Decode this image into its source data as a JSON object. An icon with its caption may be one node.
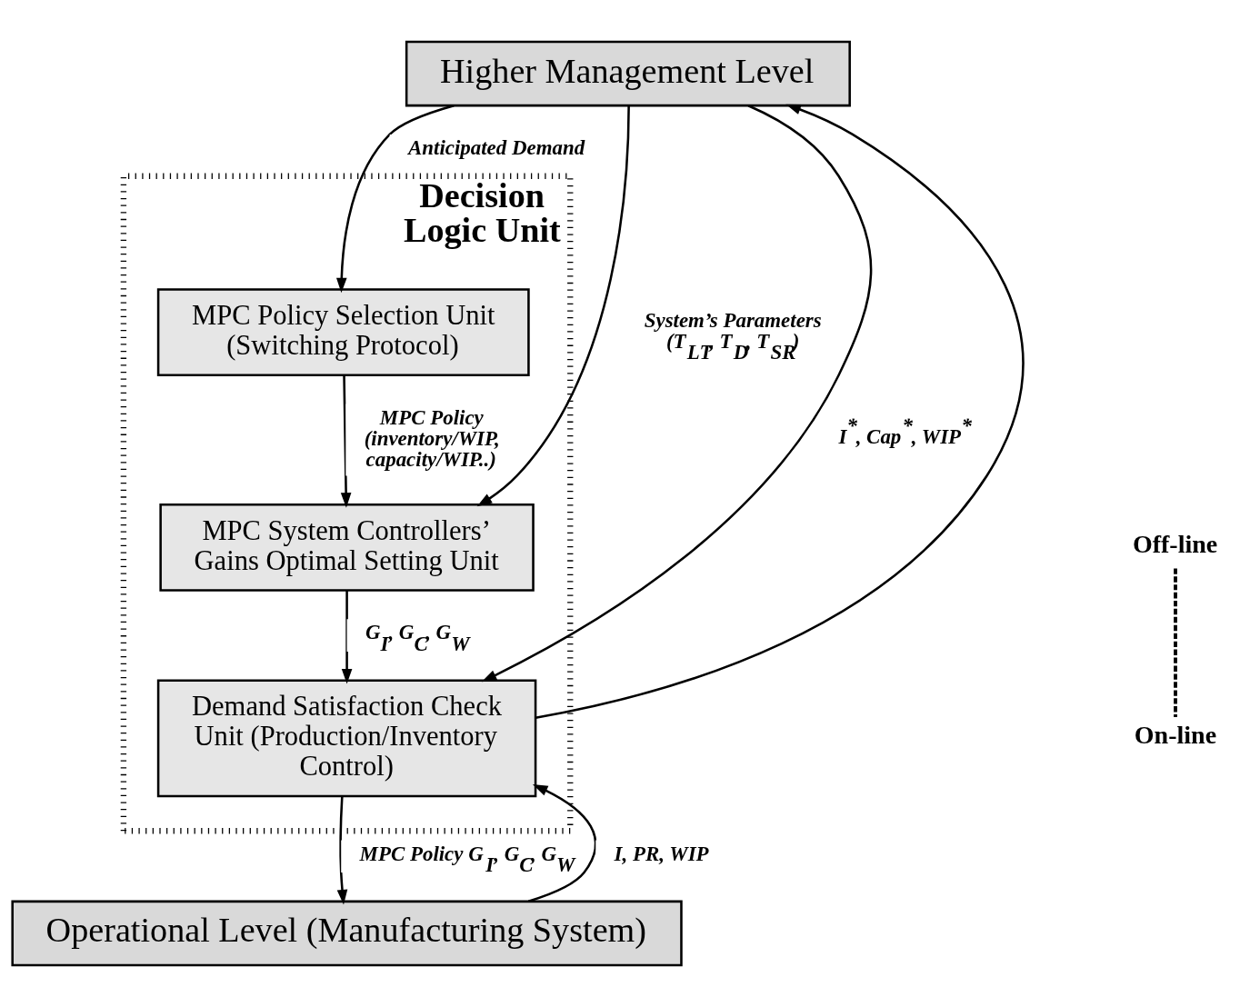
{
  "diagram": {
    "nodes": [
      {
        "text": [
          "Higher Management Level"
        ]
      },
      {
        "text": [
          "Decision Logic Unit"
        ]
      },
      {
        "text": [
          "MPC Policy Selection Unit (Switching Protocol)"
        ],
        "in": 1
      },
      {
        "text": [
          "MPC System Controllers’ Gains Optimal Setting Unit"
        ],
        "in": 1
      },
      {
        "text": [
          "Demand Satisfaction Check Unit (Production/Inventory Control)"
        ],
        "in": 1
      },
      {
        "text": [
          "Operational Level (Manufacturing System)"
        ]
      }
    ],
    "edges": [
      {
        "from": 0,
        "to": 2,
        "arrow": "to",
        "label": "Anticipated Demand"
      },
      {
        "from": 0,
        "to": 4,
        "arrow": "to",
        "label": "I$^{*}$, Cap$^{*}$, WIP$^{*}$"
      },
      {
        "from": 2,
        "to": 3,
        "arrow": "to",
        "label": "MPC Policy (inventory/WIP, capacity/WIP..)"
      },
      {
        "from": 0,
        "to": 3,
        "arrow": "to",
        "label": "System’s Parameters (T$_{LT}$, T$_{D}$, T$_{SR}$)"
      },
      {
        "from": 3,
        "to": 4,
        "arrow": "to",
        "label": "G$_{I}$, G$_{C}$, G$_{W}$"
      },
      {
        "from": 4,
        "to": 0,
        "arrow": "to"
      },
      {
        "from": 4,
        "to": 5,
        "arrow": "to",
        "label": "MPC Policy G$_{I}$, G$_{C}$, G$_{W}$"
      },
      {
        "from": 5,
        "to": 4,
        "arrow": "to",
        "label": "I, PR, WIP"
      }
    ],
    "labels": [
      "Off-line",
      "On-line"
    ]
  }
}
